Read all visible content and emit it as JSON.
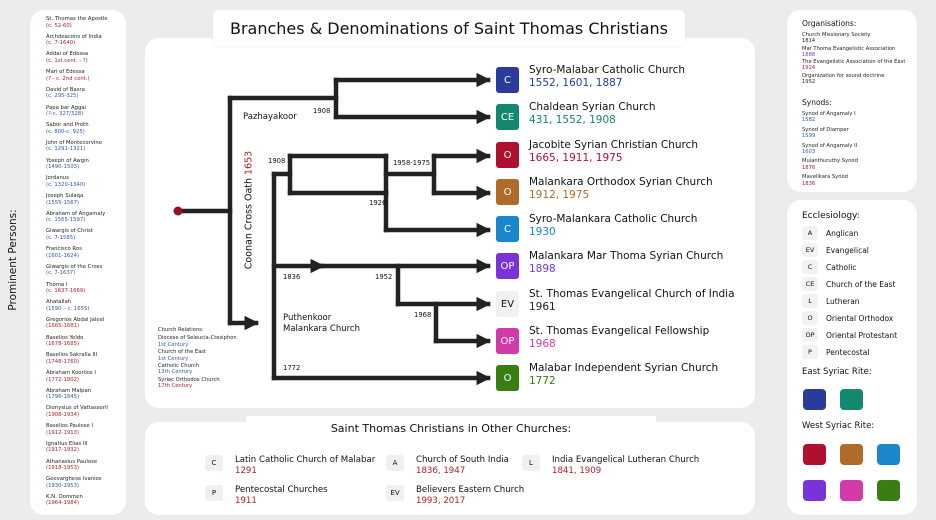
{
  "title": "Branches & Denominations of Saint Thomas Christians",
  "left_panel": {
    "heading": "Prominent Persons:",
    "persons": [
      {
        "name": "St. Thomas the Apostle",
        "dates": "(c. 52-60)",
        "color": "red"
      },
      {
        "name": "Archdeacons of India",
        "dates": "(c. 7-1640)",
        "color": "red"
      },
      {
        "name": "Addai of Edessa",
        "dates": "(c. 1st.cent. - ?)",
        "color": "red"
      },
      {
        "name": "Mari of Edessa",
        "dates": "(? - c. 2nd cent.)",
        "color": "red"
      },
      {
        "name": "David of Basra",
        "dates": "(c. 295-325)",
        "color": "blue"
      },
      {
        "name": "Papa bar Aggai",
        "dates": "(?-c. 327/328)",
        "color": "blue"
      },
      {
        "name": "Sabor and Proth",
        "dates": "(c. 800-c. 925)",
        "color": "blue"
      },
      {
        "name": "John of Montecorvino",
        "dates": "(c. 1291-1321)",
        "color": "blue"
      },
      {
        "name": "Yoseph of Awgin",
        "dates": "(1490-1503)",
        "color": "blue"
      },
      {
        "name": "Jordanus",
        "dates": "(c. 1320-1340)",
        "color": "blue"
      },
      {
        "name": "Joseph Sulaqa",
        "dates": "(1555-1567)",
        "color": "blue"
      },
      {
        "name": "Abraham of Angamaly",
        "dates": "(c. 1565-1597)",
        "color": "blue"
      },
      {
        "name": "Giwargis of Christ",
        "dates": "(c. 7-1585)",
        "color": "blue"
      },
      {
        "name": "Francisco Ros",
        "dates": "(1601-1624)",
        "color": "blue"
      },
      {
        "name": "Giwargis of the Cross",
        "dates": "(c. 7-1637)",
        "color": "blue"
      },
      {
        "name": "Thoma I",
        "dates": "(c. 1637-1669)",
        "color": "red"
      },
      {
        "name": "Ahatallah",
        "dates": "(1590 – c. 1655)",
        "color": "blue"
      },
      {
        "name": "Gregorios Abdal Jaleel",
        "dates": "(1665-1681)",
        "color": "red"
      },
      {
        "name": "Baselios Yeldo",
        "dates": "(1678-1685)",
        "color": "red"
      },
      {
        "name": "Baselios Sakralla III",
        "dates": "(1748-1760)",
        "color": "red"
      },
      {
        "name": "Abraham Koorilos I",
        "dates": "(1772-1802)",
        "color": "red"
      },
      {
        "name": "Abraham Malpan",
        "dates": "(1796-1845)",
        "color": "blue"
      },
      {
        "name": "Dionysius of Vattasseril",
        "dates": "(1908-1934)",
        "color": "red"
      },
      {
        "name": "Baselios Paulose I",
        "dates": "(1912-1913)",
        "color": "red"
      },
      {
        "name": "Ignatius Elias III",
        "dates": "(1917-1932)",
        "color": "red"
      },
      {
        "name": "Athanasius Paulose",
        "dates": "(1918-1953)",
        "color": "red"
      },
      {
        "name": "Geevarghese Ivanios",
        "dates": "(1930-1953)",
        "color": "blue"
      },
      {
        "name": "K.N. Oommen",
        "dates": "(1964-1984)",
        "color": "red"
      }
    ]
  },
  "tree": {
    "coonan_label": "Coonan Cross Oath",
    "coonan_year": "1653",
    "pazhayakoor_label": "Pazhayakoor",
    "puthenkoor_label_1": "Puthenkoor",
    "puthenkoor_label_2": "Malankara Church",
    "years": {
      "y1908a": "1908",
      "y1908b": "1908",
      "y1958": "1958-1975",
      "y1926": "1926",
      "y1836": "1836",
      "y1952": "1952",
      "y1968": "1968",
      "y1772": "1772"
    },
    "relations": {
      "heading": "Church Relations:",
      "items": [
        {
          "name": "Diocese of Seleucia-Ctesiphon",
          "dates": "1st Century",
          "color": "blue"
        },
        {
          "name": "Church of the East",
          "dates": "1st Century",
          "color": "blue"
        },
        {
          "name": "Catholic Church",
          "dates": "13th Century",
          "color": "blue"
        },
        {
          "name": "Syriac Orthodox Church",
          "dates": "17th Century",
          "color": "red"
        }
      ]
    }
  },
  "churches": [
    {
      "code": "C",
      "name": "Syro-Malabar Catholic Church",
      "years": "1552, 1601, 1887",
      "badge_color": "#2b3b9b",
      "year_color": "#2b3b9b"
    },
    {
      "code": "CE",
      "name": "Chaldean Syrian Church",
      "years": "431, 1552, 1908",
      "badge_color": "#14886e",
      "year_color": "#14886e"
    },
    {
      "code": "O",
      "name": "Jacobite Syrian Christian Church",
      "years": "1665, 1911, 1975",
      "badge_color": "#b01030",
      "year_color": "#b01030"
    },
    {
      "code": "O",
      "name": "Malankara Orthodox Syrian Church",
      "years": "1912, 1975",
      "badge_color": "#b06a2a",
      "year_color": "#b06a2a"
    },
    {
      "code": "C",
      "name": "Syro-Malankara Catholic Church",
      "years": "1930",
      "badge_color": "#1a86cc",
      "year_color": "#1a86cc"
    },
    {
      "code": "OP",
      "name": "Malankara Mar Thoma Syrian Church",
      "years": "1898",
      "badge_color": "#7a33d6",
      "year_color": "#7a33d6"
    },
    {
      "code": "EV",
      "name": "St. Thomas Evangelical Church of India",
      "years": "1961",
      "badge_color": "#f1f1f1",
      "year_color": "#222222"
    },
    {
      "code": "OP",
      "name": "St. Thomas Evangelical Fellowship",
      "years": "1968",
      "badge_color": "#d23aa8",
      "year_color": "#d23aa8"
    },
    {
      "code": "O",
      "name": "Malabar Independent Syrian Church",
      "years": "1772",
      "badge_color": "#3a7d12",
      "year_color": "#3a7d12"
    }
  ],
  "other_churches": {
    "heading": "Saint Thomas Christians in Other Churches:",
    "items": [
      {
        "code": "C",
        "name": "Latin Catholic Church of Malabar",
        "years": "1291"
      },
      {
        "code": "A",
        "name": "Church of South India",
        "years": "1836, 1947"
      },
      {
        "code": "L",
        "name": "India Evangelical Lutheran Church",
        "years": "1841, 1909"
      },
      {
        "code": "P",
        "name": "Pentecostal Churches",
        "years": "1911"
      },
      {
        "code": "EV",
        "name": "Believers Eastern Church",
        "years": "1993, 2017"
      }
    ]
  },
  "organisations": {
    "heading": "Organisations:",
    "items": [
      {
        "name": "Church Missionary Society",
        "dates": "1814",
        "color": "dark"
      },
      {
        "name": "Mar Thoma Evangelistic Association",
        "dates": "1888",
        "color": "purple"
      },
      {
        "name": "The Evangelistic Association of the East",
        "dates": "1924",
        "color": "red"
      },
      {
        "name": "Organization for sound doctrine",
        "dates": "1952",
        "color": "dark"
      }
    ]
  },
  "synods": {
    "heading": "Synods:",
    "items": [
      {
        "name": "Synod of Angamaly I",
        "dates": "1582",
        "color": "blue"
      },
      {
        "name": "Synod of Diamper",
        "dates": "1599",
        "color": "blue"
      },
      {
        "name": "Synod of Angamaly II",
        "dates": "1603",
        "color": "blue"
      },
      {
        "name": "Mulanthuruthy Synod",
        "dates": "1876",
        "color": "red"
      },
      {
        "name": "Mavelikara Synod",
        "dates": "1836",
        "color": "red"
      }
    ]
  },
  "ecclesiology": {
    "heading": "Ecclesiology:",
    "items": [
      {
        "code": "A",
        "label": "Anglican"
      },
      {
        "code": "EV",
        "label": "Evangelical"
      },
      {
        "code": "C",
        "label": "Catholic"
      },
      {
        "code": "CE",
        "label": "Church of the East"
      },
      {
        "code": "L",
        "label": "Lutheran"
      },
      {
        "code": "O",
        "label": "Oriental Orthodox"
      },
      {
        "code": "OP",
        "label": "Oriental Protestant"
      },
      {
        "code": "P",
        "label": "Pentecostal"
      }
    ]
  },
  "rites": {
    "east_heading": "East Syriac Rite:",
    "east_colors": [
      "#2b3b9b",
      "#14886e"
    ],
    "west_heading": "West Syriac Rite:",
    "west_colors": [
      "#b01030",
      "#b06a2a",
      "#1a86cc",
      "#7a33d6",
      "#d23aa8",
      "#3a7d12"
    ]
  }
}
